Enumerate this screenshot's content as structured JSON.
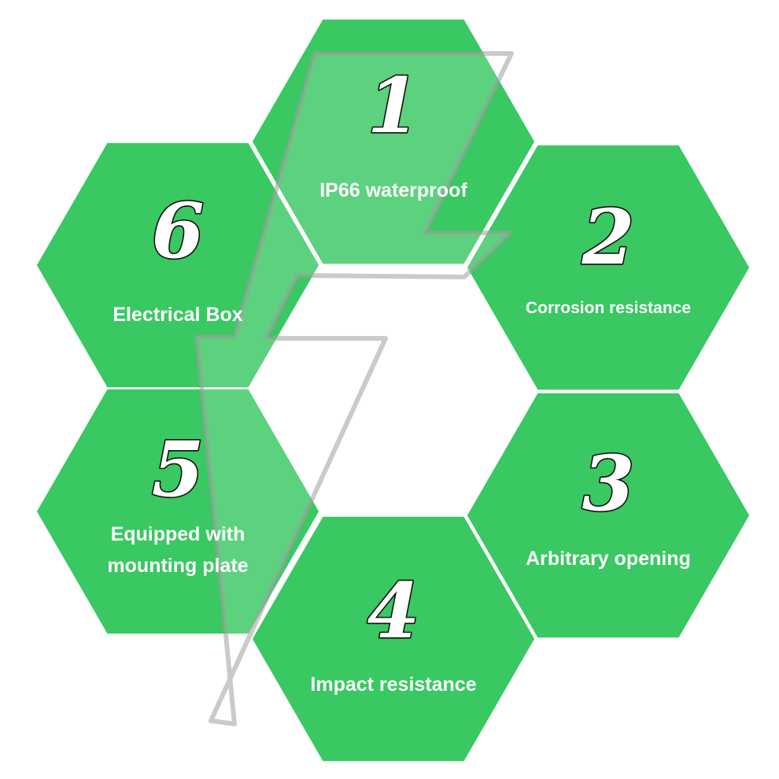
{
  "theme": {
    "hex_fill": "#39c862",
    "hex_stroke": "#ffffff",
    "number_fill": "#ffffff",
    "number_outline": "#111111",
    "label_color": "#ffffff",
    "watermark_icon": "lightning-bolt-icon"
  },
  "features": [
    {
      "number": "1",
      "lines": [
        "IP66 waterproof"
      ]
    },
    {
      "number": "2",
      "lines": [
        "Corrosion resistance"
      ]
    },
    {
      "number": "3",
      "lines": [
        "Arbitrary opening"
      ]
    },
    {
      "number": "4",
      "lines": [
        "Impact resistance"
      ]
    },
    {
      "number": "5",
      "lines": [
        "Equipped with",
        "mounting plate"
      ]
    },
    {
      "number": "6",
      "lines": [
        "Electrical Box"
      ]
    }
  ]
}
